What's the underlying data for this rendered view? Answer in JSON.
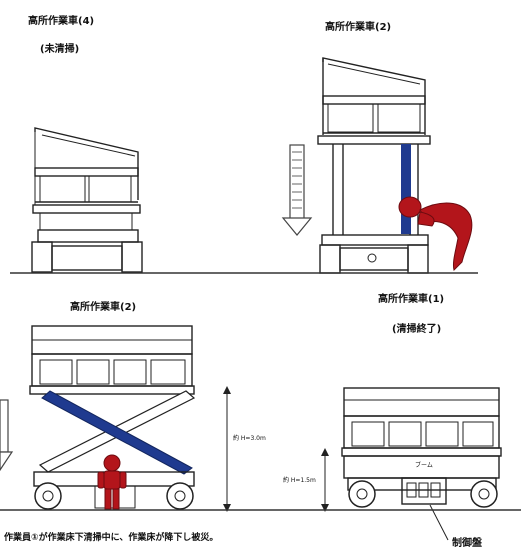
{
  "labels": {
    "vehicle_4": "高所作業車(4)",
    "vehicle_4_status": "(未清掃)",
    "vehicle_2_top": "高所作業車(2)",
    "vehicle_2_bottom": "高所作業車(2)",
    "vehicle_1": "高所作業車(1)",
    "vehicle_1_status": "(清掃終了)",
    "height_a": "約 H=3.0m",
    "height_b": "約 H=1.5m",
    "boom_label": "ブーム",
    "control_panel": "制御盤",
    "caption": "作業員①が作業床下清掃中に、作業床が降下し被災。"
  },
  "colors": {
    "line": "#222222",
    "worker": "#b3151b",
    "scissor": "#1f3a8f",
    "arrow": "#555555"
  },
  "icons": {
    "down_arrow": "down-arrow-icon",
    "worker": "worker-figure-icon"
  }
}
